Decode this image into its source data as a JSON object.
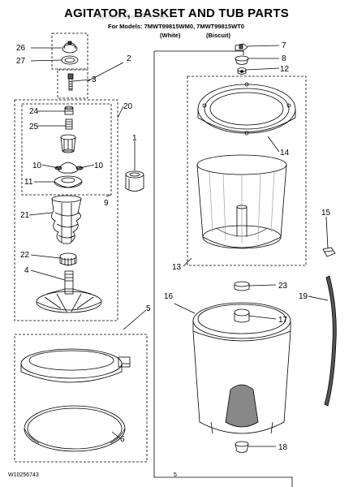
{
  "header": {
    "title": "AGITATOR, BASKET AND TUB PARTS",
    "models_line": "For Models: 7MWT99815WM0, 7MWT99815WT0",
    "variant_white": "(White)",
    "variant_biscuit": "(Biscuit)"
  },
  "watermark": "AppliancePartsPros.com",
  "footer": {
    "doc_number": "W10256743",
    "page_number": "5"
  },
  "callouts": {
    "c26": "26",
    "c27": "27",
    "c2": "2",
    "c3": "3",
    "c20": "20",
    "c24": "24",
    "c25": "25",
    "c1": "1",
    "c10a": "10",
    "c10b": "10",
    "c11": "11",
    "c9": "9",
    "c21": "21",
    "c22": "22",
    "c4": "4",
    "c5": "5",
    "c6": "6",
    "c7": "7",
    "c8": "8",
    "c12": "12",
    "c14": "14",
    "c13": "13",
    "c23": "23",
    "c15": "15",
    "c16": "16",
    "c19": "19",
    "c17": "17",
    "c18": "18"
  }
}
